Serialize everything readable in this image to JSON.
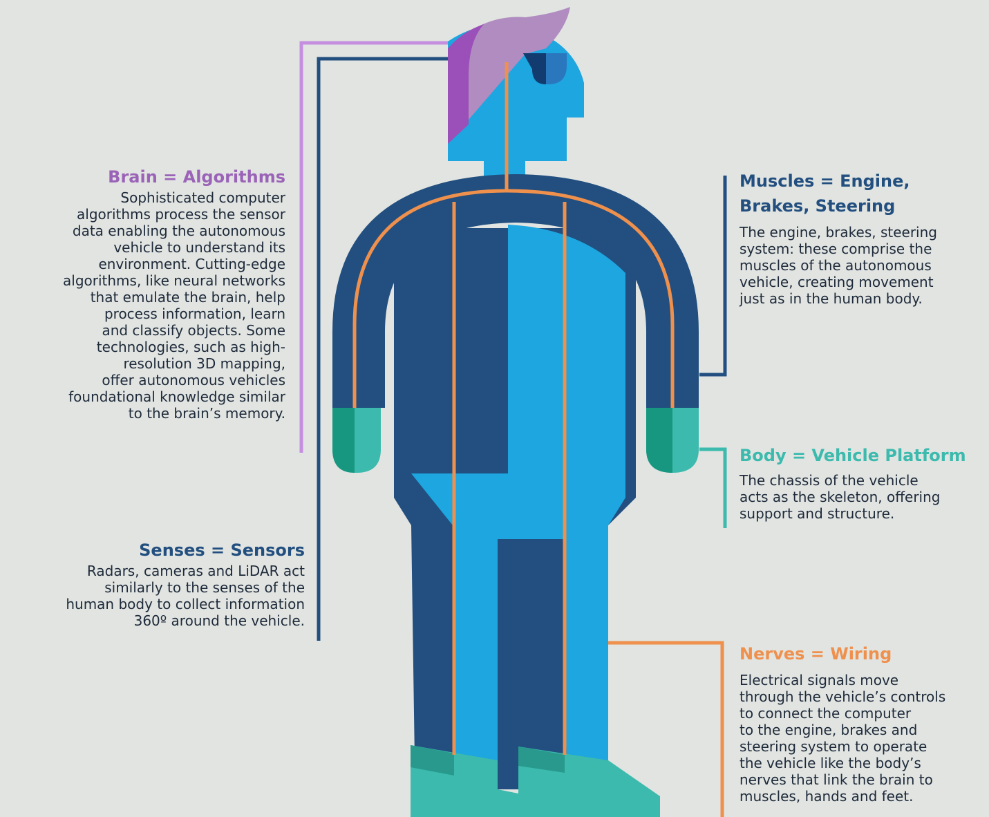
{
  "colors": {
    "background": "#e1e4e1",
    "dark_blue": "#224f7f",
    "light_blue": "#1da6e0",
    "purple": "#9b63b8",
    "lilac": "#b08cc0",
    "teal": "#3bbaad",
    "dark_teal": "#17977f",
    "orange": "#ef904d"
  },
  "labels": {
    "brain": {
      "title": "Brain = Algorithms",
      "lines": [
        "Sophisticated computer",
        "algorithms process the sensor",
        "data enabling the autonomous",
        "vehicle to understand its",
        "environment. Cutting-edge",
        "algorithms, like neural networks",
        "that emulate the brain, help",
        "process information, learn",
        "and classify objects. Some",
        "technologies, such as high-",
        "resolution 3D mapping,",
        "offer autonomous vehicles",
        "foundational knowledge similar",
        "to the brain’s memory."
      ]
    },
    "senses": {
      "title": "Senses = Sensors",
      "lines": [
        "Radars, cameras and LiDAR act",
        "similarly to the senses of the",
        "human body to collect information",
        "360º around the vehicle."
      ]
    },
    "muscles": {
      "title_lines": [
        "Muscles = Engine,",
        "Brakes, Steering"
      ],
      "lines": [
        "The engine, brakes, steering",
        "system: these comprise the",
        "muscles of the autonomous",
        "vehicle, creating movement",
        "just as in the human body."
      ]
    },
    "body": {
      "title": "Body = Vehicle Platform",
      "lines": [
        "The chassis of the vehicle",
        "acts as the skeleton, offering",
        "support and structure."
      ]
    },
    "nerves": {
      "title": "Nerves = Wiring",
      "lines": [
        "Electrical signals move",
        "through the vehicle’s controls",
        "to connect the computer",
        "to the engine, brakes and",
        "steering system to operate",
        "the vehicle like the body’s",
        "nerves that link the brain to",
        "muscles, hands and feet."
      ]
    }
  }
}
